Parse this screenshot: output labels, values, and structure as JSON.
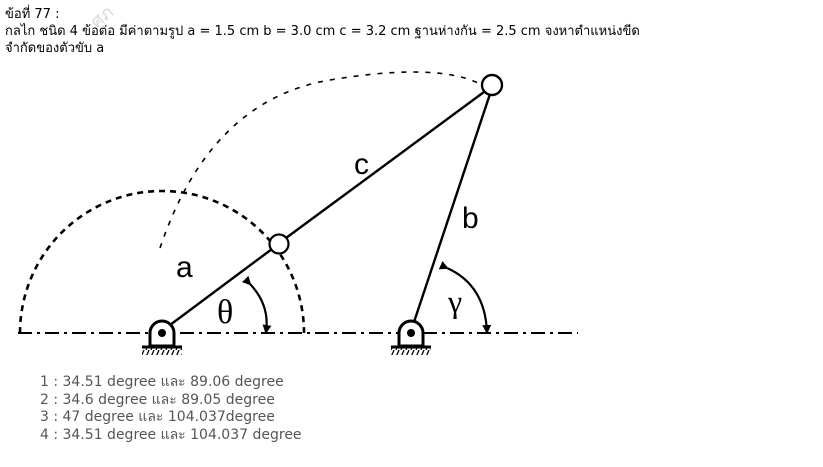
{
  "question": {
    "number_label": "ข้อที่ 77 :",
    "line1": "กลไก ชนิด 4 ข้อต่อ มีค่าตามรูป a = 1.5 cm b = 3.0 cm c = 3.2 cm ฐานห่างกัน = 2.5 cm จงหาตำแหน่งขีด",
    "line2": "จำกัดของตัวขับ a"
  },
  "figure": {
    "labels": {
      "a": "a",
      "b": "b",
      "c": "c",
      "theta": "θ",
      "gamma": "γ"
    }
  },
  "choices": [
    "1 : 34.51 degree และ 89.06 degree",
    "2 : 34.6 degree และ 89.05 degree",
    "3 : 47 degree และ 104.037degree",
    "4 : 34.51 degree และ 104.037 degree"
  ]
}
